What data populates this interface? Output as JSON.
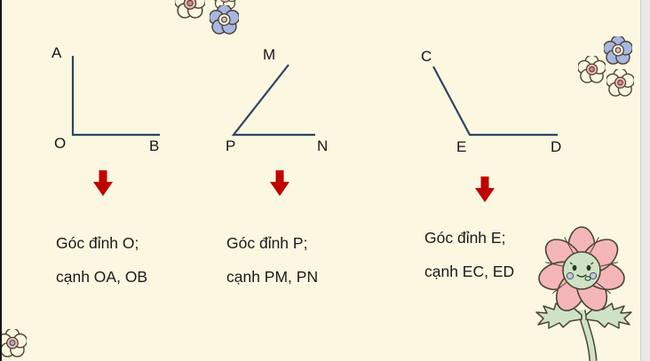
{
  "slide": {
    "background_color": "#fbf7e1",
    "ray_color": "#2d4561",
    "arrow_color": "#c00000",
    "text_color": "#1b1b1b"
  },
  "angles": [
    {
      "points": {
        "top": "A",
        "vertex": "O",
        "right": "B"
      },
      "caption": {
        "line1": "Góc đỉnh O;",
        "line2": "cạnh OA, OB"
      }
    },
    {
      "points": {
        "top": "M",
        "vertex": "P",
        "right": "N"
      },
      "caption": {
        "line1": "Góc đỉnh P;",
        "line2": "cạnh PM, PN"
      }
    },
    {
      "points": {
        "top": "C",
        "vertex": "E",
        "right": "D"
      },
      "caption": {
        "line1": "Góc đỉnh E;",
        "line2": "cạnh EC, ED"
      }
    }
  ],
  "decorations": {
    "flower_icons": [
      "cream-flower",
      "blue-flower",
      "big-pink-face-flower"
    ],
    "colors": {
      "petal_cream": "#fcf7e3",
      "petal_blue": "#a9b6e2",
      "petal_pink": "#f5b6ba",
      "center_pink": "#f2b9b1",
      "inner_dark_pink": "#d88b84",
      "inner_periwinkle": "#aab4dd",
      "leaf_green": "#cfe2c5",
      "outline": "#4b4535",
      "cheek_blue": "#b9cbe8"
    }
  }
}
